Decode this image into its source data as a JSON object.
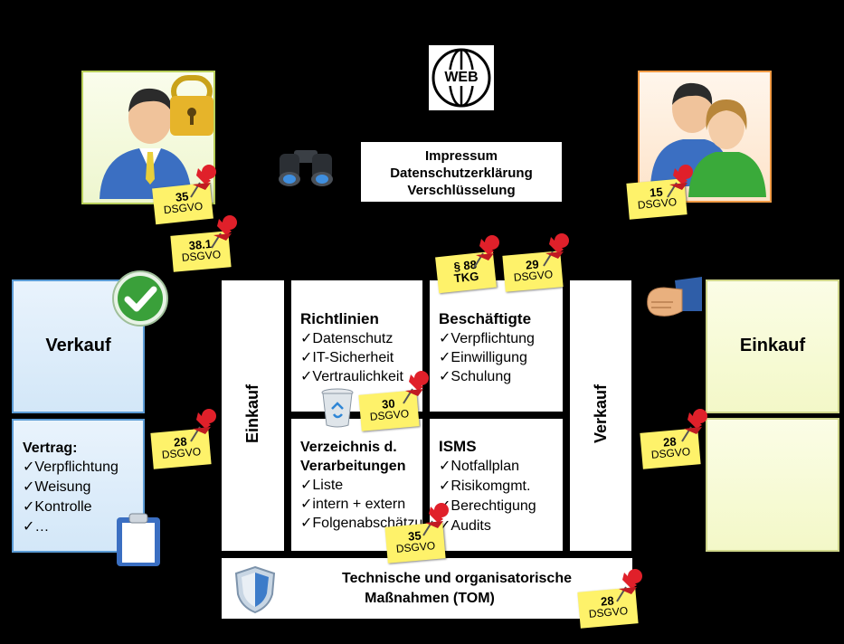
{
  "web_label": "WEB",
  "web_links": {
    "line1": "Impressum",
    "line2": "Datenschutzerklärung",
    "line3": "Verschlüsselung"
  },
  "left_panel": {
    "label": "Verkauf"
  },
  "right_panel": {
    "label": "Einkauf"
  },
  "contract": {
    "title": "Vertrag:",
    "items": [
      "✓Verpflichtung",
      "✓Weisung",
      "✓Kontrolle",
      "✓…"
    ]
  },
  "column_left": {
    "label": "Einkauf"
  },
  "column_right": {
    "label": "Verkauf"
  },
  "richtlinien": {
    "title": "Richtlinien",
    "items": [
      "✓Datenschutz",
      "✓IT-Sicherheit",
      "✓Vertraulichkeit"
    ]
  },
  "beschaeftigte": {
    "title": "Beschäftigte",
    "items": [
      "✓Verpflichtung",
      "✓Einwilligung",
      "✓Schulung"
    ]
  },
  "verzeichnis": {
    "title_line1": "Verzeichnis d.",
    "title_line2": "Verarbeitungen",
    "items": [
      "✓Liste",
      "✓intern + extern",
      "✓Folgenabschätzung"
    ]
  },
  "isms": {
    "title": "ISMS",
    "items": [
      "✓Notfallplan",
      "✓Risikomgmt.",
      "✓Berechtigung",
      "✓Audits"
    ]
  },
  "tom": {
    "line1": "Technische und organisatorische",
    "line2": "Maßnahmen (TOM)"
  },
  "notes": {
    "n35_top": {
      "num": "35",
      "label": "DSGVO"
    },
    "n38": {
      "num": "38.1",
      "label": "DSGVO"
    },
    "n15": {
      "num": "15",
      "label": "DSGVO"
    },
    "n88": {
      "num": "§ 88",
      "label": "TKG"
    },
    "n29": {
      "num": "29",
      "label": "DSGVO"
    },
    "n30": {
      "num": "30",
      "label": "DSGVO"
    },
    "n28_left": {
      "num": "28",
      "label": "DSGVO"
    },
    "n28_right": {
      "num": "28",
      "label": "DSGVO"
    },
    "n35_bottom": {
      "num": "35",
      "label": "DSGVO"
    },
    "n28_bottom": {
      "num": "28",
      "label": "DSGVO"
    }
  },
  "colors": {
    "background": "#000000",
    "box": "#ffffff",
    "note": "#fef26a",
    "pin": "#e0202a",
    "left_panel": "#d3e7f8",
    "right_panel": "#f3f8c8"
  }
}
